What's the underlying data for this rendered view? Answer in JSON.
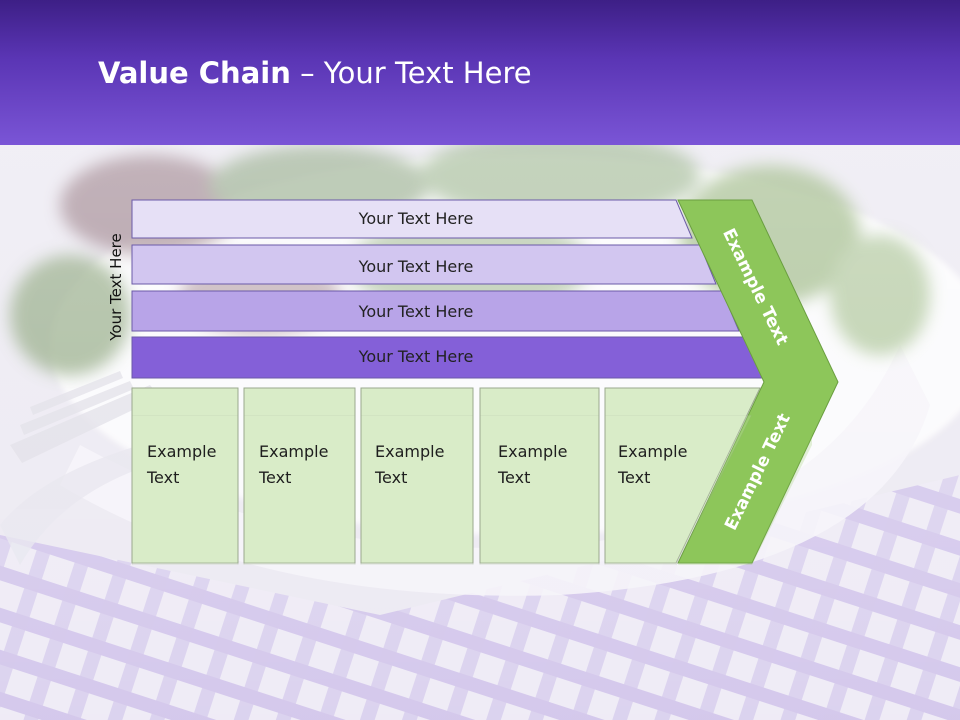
{
  "title": {
    "bold": "Value Chain",
    "rest": " – Your Text Here"
  },
  "side_label": "Your Text Here",
  "bands": [
    "Your Text Here",
    "Your Text Here",
    "Your Text Here",
    "Your Text Here"
  ],
  "boxes": [
    {
      "line1": "Example",
      "line2": "Text"
    },
    {
      "line1": "Example",
      "line2": "Text"
    },
    {
      "line1": "Example",
      "line2": "Text"
    },
    {
      "line1": "Example",
      "line2": "Text"
    },
    {
      "line1": "Example",
      "line2": "Text"
    }
  ],
  "arrow_labels": [
    "Example Text",
    "Example Text"
  ],
  "colors": {
    "header": "#5a35b4",
    "band1": "#e6e0f6",
    "band2": "#d2c6f0",
    "band3": "#b8a4e8",
    "band4": "#8460d8",
    "box_fill": "#d9ecc8",
    "arrow_fill": "#8dc65a"
  }
}
